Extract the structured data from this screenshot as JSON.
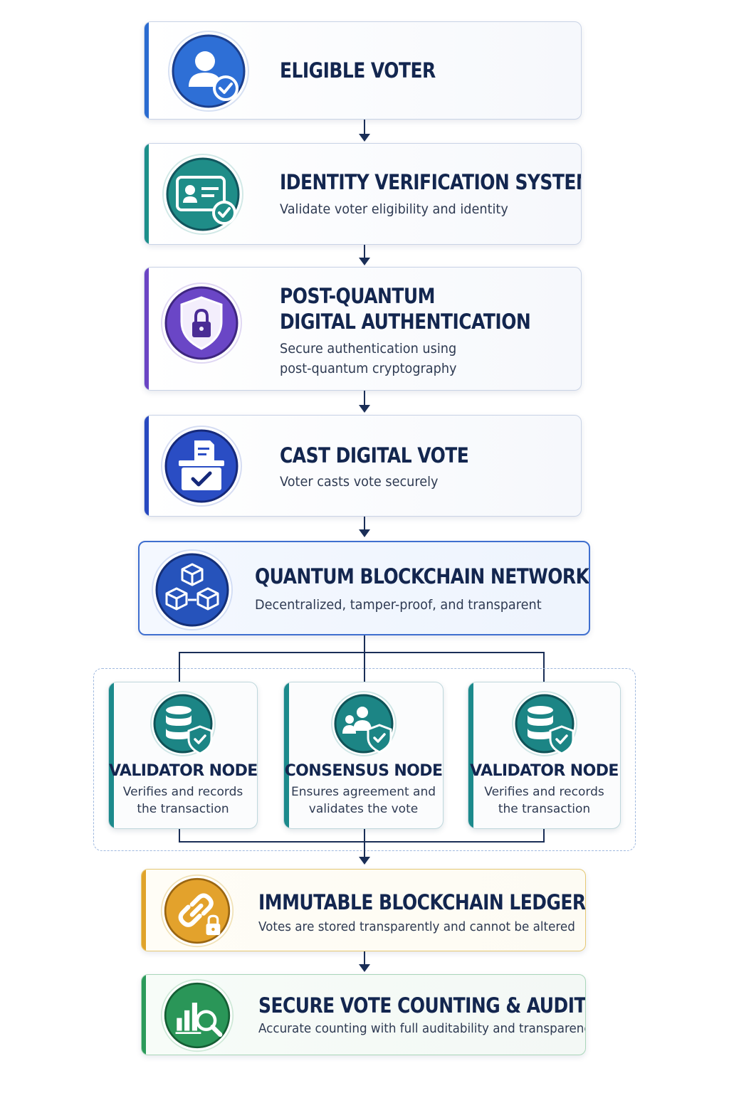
{
  "steps": {
    "eligible_voter": {
      "title": "ELIGIBLE VOTER",
      "icon": "user-check-icon",
      "accent": "#2a6bd0"
    },
    "identity": {
      "title": "IDENTITY VERIFICATION SYSTEM",
      "subtitle": "Validate voter eligibility and identity",
      "icon": "id-card-check-icon",
      "accent": "#1c8f8a"
    },
    "pq_auth": {
      "title_line1": "POST-QUANTUM",
      "title_line2": "DIGITAL AUTHENTICATION",
      "subtitle_line1": "Secure authentication using",
      "subtitle_line2": "post-quantum cryptography",
      "icon": "shield-lock-icon",
      "accent": "#6a44c4"
    },
    "cast_vote": {
      "title": "CAST DIGITAL VOTE",
      "subtitle": "Voter casts vote securely",
      "icon": "ballot-box-icon",
      "accent": "#2748c0"
    },
    "network": {
      "title": "QUANTUM BLOCKCHAIN NETWORK",
      "subtitle": "Decentralized, tamper-proof, and transparent",
      "icon": "blockchain-cubes-icon",
      "accent": "#2350b8"
    },
    "ledger": {
      "title": "IMMUTABLE BLOCKCHAIN LEDGER",
      "subtitle": "Votes are stored transparently and cannot be altered",
      "icon": "chain-lock-icon",
      "accent": "#e0a32a"
    },
    "audit": {
      "title": "SECURE VOTE COUNTING & AUDIT",
      "subtitle": "Accurate counting with full auditability and transparency",
      "icon": "chart-magnifier-icon",
      "accent": "#2b9a5a"
    }
  },
  "nodes": [
    {
      "title": "VALIDATOR NODE",
      "subtitle_line1": "Verifies and records",
      "subtitle_line2": "the transaction",
      "icon": "database-shield-icon"
    },
    {
      "title": "CONSENSUS NODE",
      "subtitle_line1": "Ensures agreement and",
      "subtitle_line2": "validates the vote",
      "icon": "group-shield-icon"
    },
    {
      "title": "VALIDATOR NODE",
      "subtitle_line1": "Verifies and records",
      "subtitle_line2": "the transaction",
      "icon": "database-shield-icon"
    }
  ]
}
